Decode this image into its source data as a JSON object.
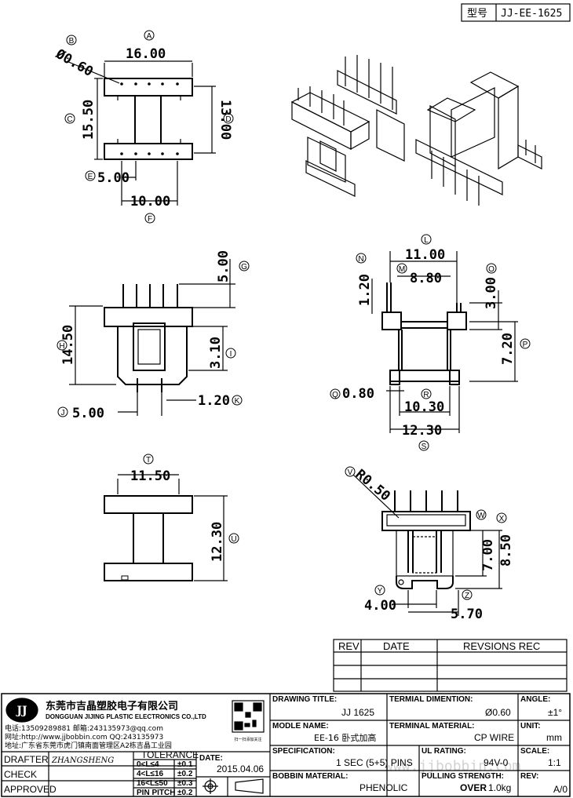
{
  "model_box": {
    "label": "型号",
    "value": "JJ-EE-1625"
  },
  "views": {
    "top": {
      "dims": {
        "a": "16.00",
        "b": "Ø0.60",
        "c": "15.50",
        "d": "13.00",
        "e": "5.00",
        "f": "10.00"
      },
      "markers": {
        "a": "A",
        "b": "B",
        "c": "C",
        "d": "D",
        "e": "E",
        "f": "F"
      }
    },
    "front": {
      "dims": {
        "g": "5.00",
        "h": "14.50",
        "i": "3.10",
        "j": "5.00",
        "k": "1.20"
      },
      "markers": {
        "g": "G",
        "h": "H",
        "i": "I",
        "j": "J",
        "k": "K"
      }
    },
    "side": {
      "dims": {
        "l": "11.00",
        "m": "8.80",
        "n": "1.20",
        "o": "3.00",
        "p": "7.20",
        "q": "0.80",
        "r": "10.30",
        "s": "12.30"
      },
      "markers": {
        "l": "L",
        "m": "M",
        "n": "N",
        "o": "O",
        "p": "P",
        "q": "Q",
        "r": "R",
        "s": "S"
      }
    },
    "bottom": {
      "dims": {
        "t": "11.50",
        "u": "12.30"
      },
      "markers": {
        "t": "T",
        "u": "U"
      }
    },
    "section": {
      "dims": {
        "v": "R0.50",
        "w": "7.00",
        "x": "8.50",
        "y": "4.00",
        "z": "5.70"
      },
      "markers": {
        "v": "V",
        "w": "W",
        "x": "X",
        "y": "Y",
        "z": "Z"
      }
    }
  },
  "revision_table": {
    "headers": [
      "REV",
      "DATE",
      "REVSIONS REC"
    ],
    "rows": [
      [
        "",
        "",
        ""
      ],
      [
        "",
        "",
        ""
      ],
      [
        "",
        "",
        ""
      ]
    ]
  },
  "company": {
    "logo": "JJ",
    "name_cn": "东莞市吉晶塑胶电子有限公司",
    "name_en": "DONGGUAN JIJING PLASTIC ELECTRONICS CO.,LTD",
    "line1": "电话:13509289881  邮箱:243135973@qq.com",
    "line2": "网址:http://www.jjbobbin.com  QQ:243135973",
    "line3": "地址:广东省东莞市虎门镇南面管理区A2栋吉晶工业园",
    "qr_caption": "扫一扫添加关注"
  },
  "drafting": {
    "drafter_label": "DRAFTER",
    "drafter_value": "ZHANGSHENG",
    "check_label": "CHECK",
    "approved_label": "APPROVED",
    "tolerance_label": "TOLERANCE",
    "tolerances": [
      {
        "range": "0<L≤4",
        "value": "±0.1"
      },
      {
        "range": "4<L≤16",
        "value": "±0.2"
      },
      {
        "range": "16<L≤50",
        "value": "±0.3"
      },
      {
        "range": "PIN PITCH",
        "value": "±0.2"
      }
    ],
    "date_label": "DATE:",
    "date_value": "2015.04.06"
  },
  "specs": {
    "drawing_title_label": "DRAWING TITLE:",
    "drawing_title_value": "JJ  1625",
    "terminal_dim_label": "TERMIAL DIMENTION:",
    "terminal_dim_value": "Ø0.60",
    "angle_label": "ANGLE:",
    "angle_value": "±1°",
    "model_label": "MODLE NAME:",
    "model_value": "EE-16 卧式加高",
    "terminal_material_label": "TERMINAL MATERIAL:",
    "terminal_material_value": "CP WIRE",
    "unit_label": "UNIT:",
    "unit_value": "mm",
    "spec_label": "SPECIFICATION:",
    "spec_value": "1 SEC (5+5) PINS",
    "ul_label": "UL RATING:",
    "ul_value": "94V-0",
    "scale_label": "SCALE:",
    "scale_value": "1:1",
    "bobbin_label": "BOBBIN  MATERIAL:",
    "bobbin_value": "PHENOLIC",
    "pulling_label": "PULLING STRENGTH:",
    "pulling_over": "OVER",
    "pulling_value": "1.0kg",
    "rev_label": "REV:",
    "rev_value": "A/0"
  },
  "watermark": "www.jjbobbin.com"
}
